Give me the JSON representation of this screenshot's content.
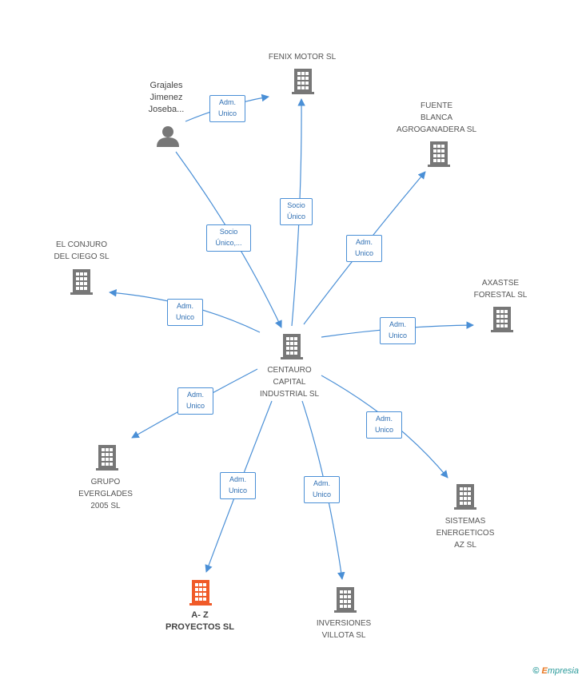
{
  "colors": {
    "edge": "#4a8fd6",
    "node": "#777777",
    "focus": "#f05a28"
  },
  "nodes": [
    {
      "id": "centauro",
      "label": "CENTAURO\nCAPITAL\nINDUSTRIAL  SL",
      "type": "company"
    },
    {
      "id": "fenix",
      "label": "FENIX MOTOR SL",
      "type": "company"
    },
    {
      "id": "grajales",
      "label": "Grajales\nJimenez\nJoseba...",
      "type": "person"
    },
    {
      "id": "fuente",
      "label": "FUENTE\nBLANCA\nAGROGANADERA SL",
      "type": "company"
    },
    {
      "id": "conjuro",
      "label": "EL CONJURO\nDEL CIEGO  SL",
      "type": "company"
    },
    {
      "id": "axastse",
      "label": "AXASTSE\nFORESTAL SL",
      "type": "company"
    },
    {
      "id": "everglades",
      "label": "GRUPO\nEVERGLADES\n2005 SL",
      "type": "company"
    },
    {
      "id": "sistemas",
      "label": "SISTEMAS\nENERGETICOS\nAZ SL",
      "type": "company"
    },
    {
      "id": "az",
      "label": "A- Z\nPROYECTOS SL",
      "type": "focus"
    },
    {
      "id": "inversiones",
      "label": "INVERSIONES\nVILLOTA SL",
      "type": "company"
    }
  ],
  "edges": [
    {
      "id": "grajales-fenix",
      "label": "Adm.\nUnico"
    },
    {
      "id": "centauro-fenix",
      "label": "Socio\nÚnico"
    },
    {
      "id": "grajales-centauro",
      "label": "Socio\nÚnico,..."
    },
    {
      "id": "centauro-fuente",
      "label": "Adm.\nUnico"
    },
    {
      "id": "centauro-conjuro",
      "label": "Adm.\nUnico"
    },
    {
      "id": "centauro-axastse",
      "label": "Adm.\nUnico"
    },
    {
      "id": "centauro-everglades",
      "label": "Adm.\nUnico"
    },
    {
      "id": "centauro-sistemas",
      "label": "Adm.\nUnico"
    },
    {
      "id": "centauro-az",
      "label": "Adm.\nUnico"
    },
    {
      "id": "centauro-inversiones",
      "label": "Adm.\nUnico"
    }
  ],
  "footer": {
    "copyright": "©",
    "brand_first": "E",
    "brand_rest": "mpresia"
  }
}
